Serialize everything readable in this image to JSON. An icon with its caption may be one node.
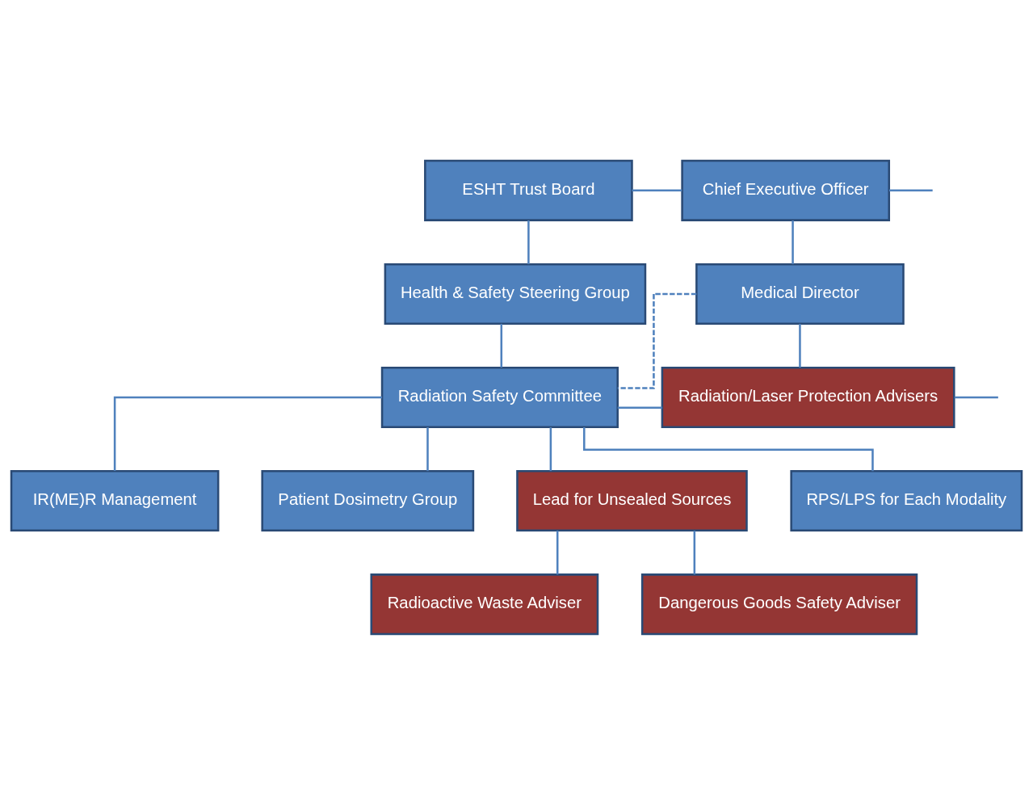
{
  "diagram": {
    "nodes": [
      {
        "text": [
          "ESHT Trust Board"
        ]
      },
      {
        "text": [
          "Chief Executive Officer"
        ]
      },
      {
        "text": [
          "Health & Safety Steering Group"
        ]
      },
      {
        "text": [
          "Medical Director"
        ]
      },
      {
        "text": [
          "Radiation Safety Committee"
        ]
      },
      {
        "text": [
          "Radiation/Laser Protection Advisers"
        ]
      },
      {
        "text": [
          "IR(ME)R Management"
        ]
      },
      {
        "text": [
          "Patient Dosimetry Group"
        ]
      },
      {
        "text": [
          "Lead for Unsealed Sources"
        ]
      },
      {
        "text": [
          "RPS/LPS for Each Modality"
        ]
      },
      {
        "text": [
          "Radioactive Waste Adviser"
        ]
      },
      {
        "text": [
          "Dangerous Goods Safety Adviser"
        ]
      }
    ],
    "edges": [
      {
        "from": 0,
        "to": 1,
        "arrow": "none"
      },
      {
        "from": 1,
        "to": null,
        "arrow": "none"
      },
      {
        "from": 0,
        "to": 2,
        "arrow": "none"
      },
      {
        "from": 1,
        "to": 3,
        "arrow": "none"
      },
      {
        "from": 3,
        "to": 4,
        "arrow": "none",
        "style": "dashed"
      },
      {
        "from": 2,
        "to": 4,
        "arrow": "none"
      },
      {
        "from": 3,
        "to": 5,
        "arrow": "none"
      },
      {
        "from": 4,
        "to": 5,
        "arrow": "none"
      },
      {
        "from": 5,
        "to": null,
        "arrow": "none"
      },
      {
        "from": 4,
        "to": 6,
        "arrow": "none"
      },
      {
        "from": 4,
        "to": 7,
        "arrow": "none"
      },
      {
        "from": 4,
        "to": 8,
        "arrow": "none"
      },
      {
        "from": 4,
        "to": 9,
        "arrow": "none"
      },
      {
        "from": 8,
        "to": 10,
        "arrow": "none"
      },
      {
        "from": 8,
        "to": 11,
        "arrow": "none"
      }
    ]
  }
}
